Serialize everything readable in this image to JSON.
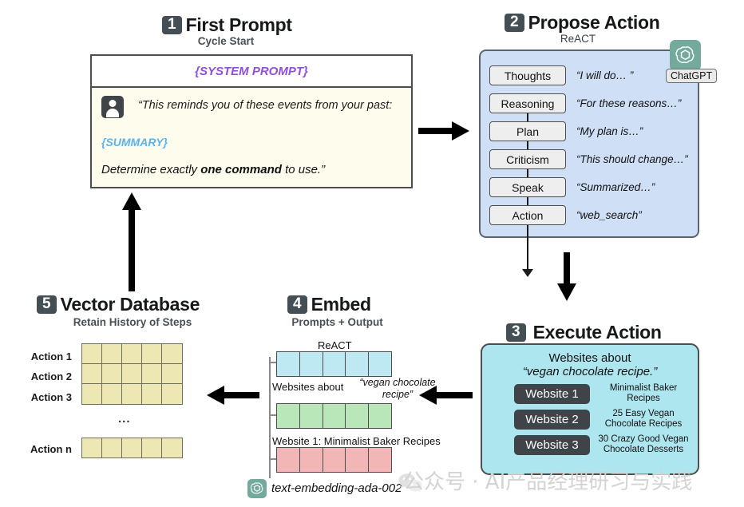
{
  "steps": {
    "one": {
      "num": "1",
      "title": "First Prompt",
      "subtitle": "Cycle Start"
    },
    "two": {
      "num": "2",
      "title": "Propose Action",
      "subtitle": "ReACT"
    },
    "three": {
      "num": "3",
      "title": "Execute Action"
    },
    "four": {
      "num": "4",
      "title": "Embed",
      "subtitle": "Prompts + Output"
    },
    "five": {
      "num": "5",
      "title": "Vector Database",
      "subtitle": "Retain History of Steps"
    }
  },
  "first_prompt": {
    "system_prompt": "{SYSTEM PROMPT}",
    "user_quote": "“This reminds you of these events from your past:",
    "summary": "{SUMMARY}",
    "determine_pre": "Determine exactly ",
    "determine_bold": "one command",
    "determine_post": " to use.”"
  },
  "react": {
    "rows": [
      {
        "label": "Thoughts",
        "value": "“I will do…     ”"
      },
      {
        "label": "Reasoning",
        "value": "“For these reasons…”"
      },
      {
        "label": "Plan",
        "value": "“My plan is…”"
      },
      {
        "label": "Criticism",
        "value": "“This should change…”"
      },
      {
        "label": "Speak",
        "value": "“Summarized…”"
      },
      {
        "label": "Action",
        "value": "“web_search”"
      }
    ]
  },
  "chatgpt": {
    "label": "ChatGPT",
    "accent": "#74aa9c"
  },
  "execute": {
    "title_line1": "Websites about",
    "title_line2": "“vegan chocolate recipe.”",
    "sites": [
      {
        "chip": "Website 1",
        "desc": "Minimalist Baker Recipes"
      },
      {
        "chip": "Website 2",
        "desc": "25 Easy Vegan Chocolate Recipes"
      },
      {
        "chip": "Website 3",
        "desc": "30 Crazy Good Vegan Chocolate Desserts"
      }
    ],
    "bg": "#aee6ef"
  },
  "embed": {
    "strips": [
      {
        "label": "ReACT",
        "color": "#bfe9f2"
      },
      {
        "label_a": "Websites about",
        "label_b": "“vegan chocolate recipe”",
        "color": "#b9e7b9"
      },
      {
        "label": "Website 1: Minimalist Baker Recipes",
        "color": "#f2b6b6"
      }
    ],
    "model": "text-embedding-ada-002"
  },
  "database": {
    "rows": [
      "Action 1",
      "Action 2",
      "Action 3"
    ],
    "ellipsis": "...",
    "last_row": "Action n",
    "cell_color": "#ede7b3"
  },
  "watermark": {
    "text": "公众号 · AI产品经理研习与实践"
  }
}
